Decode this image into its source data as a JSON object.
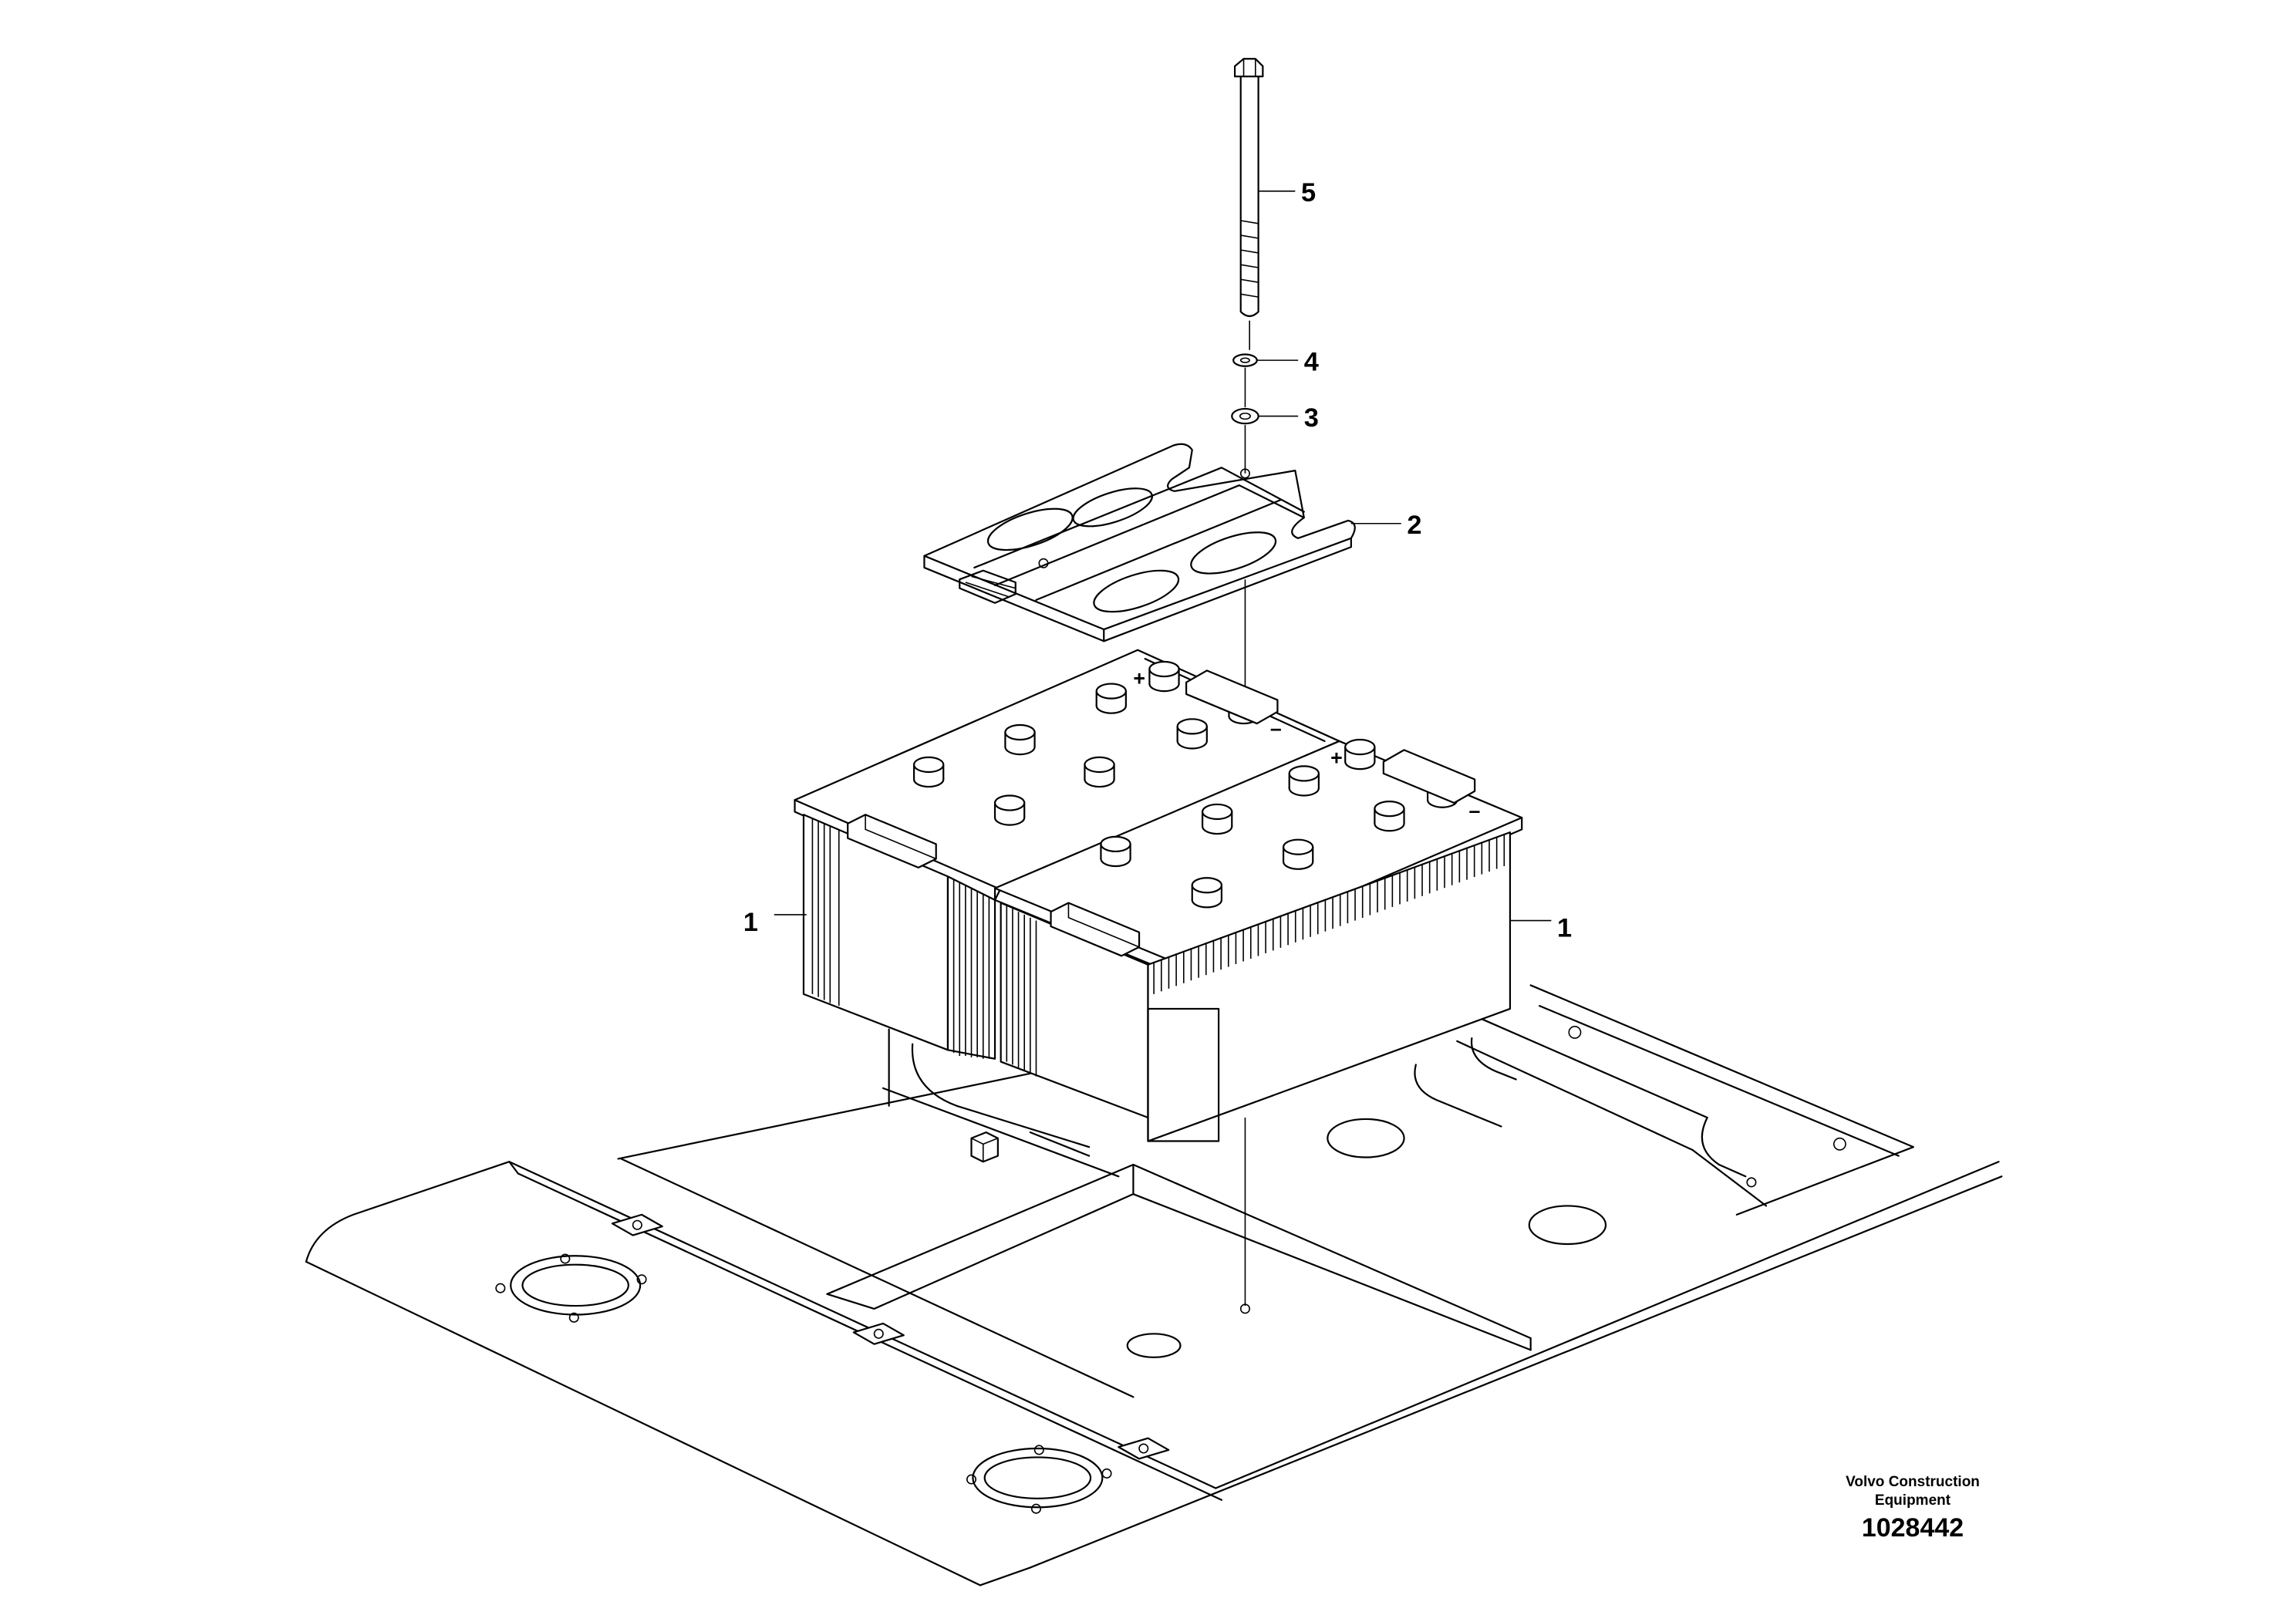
{
  "diagram": {
    "callouts": [
      {
        "id": "battery-left",
        "label": "1"
      },
      {
        "id": "battery-right",
        "label": "1"
      },
      {
        "id": "holder-plate",
        "label": "2"
      },
      {
        "id": "washer",
        "label": "3"
      },
      {
        "id": "spring-washer",
        "label": "4"
      },
      {
        "id": "bolt",
        "label": "5"
      }
    ]
  },
  "footer": {
    "manufacturer_line1": "Volvo Construction",
    "manufacturer_line2": "Equipment",
    "document_number": "1028442"
  }
}
